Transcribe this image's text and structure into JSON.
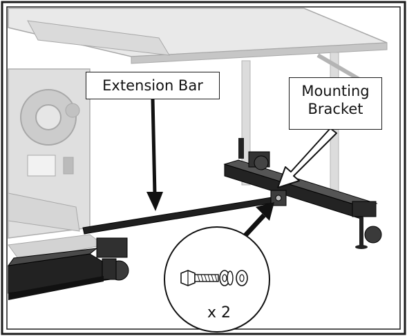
{
  "labels": {
    "extension_bar": "Extension Bar",
    "mounting_bracket_line1": "Mounting",
    "mounting_bracket_line2": "Bracket",
    "quantity": "x 2"
  },
  "icons": [
    "bolt-icon",
    "washer-icon",
    "nut-icon"
  ],
  "colors": {
    "frame": "#1a1a1a",
    "saw_gray": "#c8c8c8",
    "bar_dark": "#1f1f1f",
    "table_top": "#e6e6e6"
  }
}
